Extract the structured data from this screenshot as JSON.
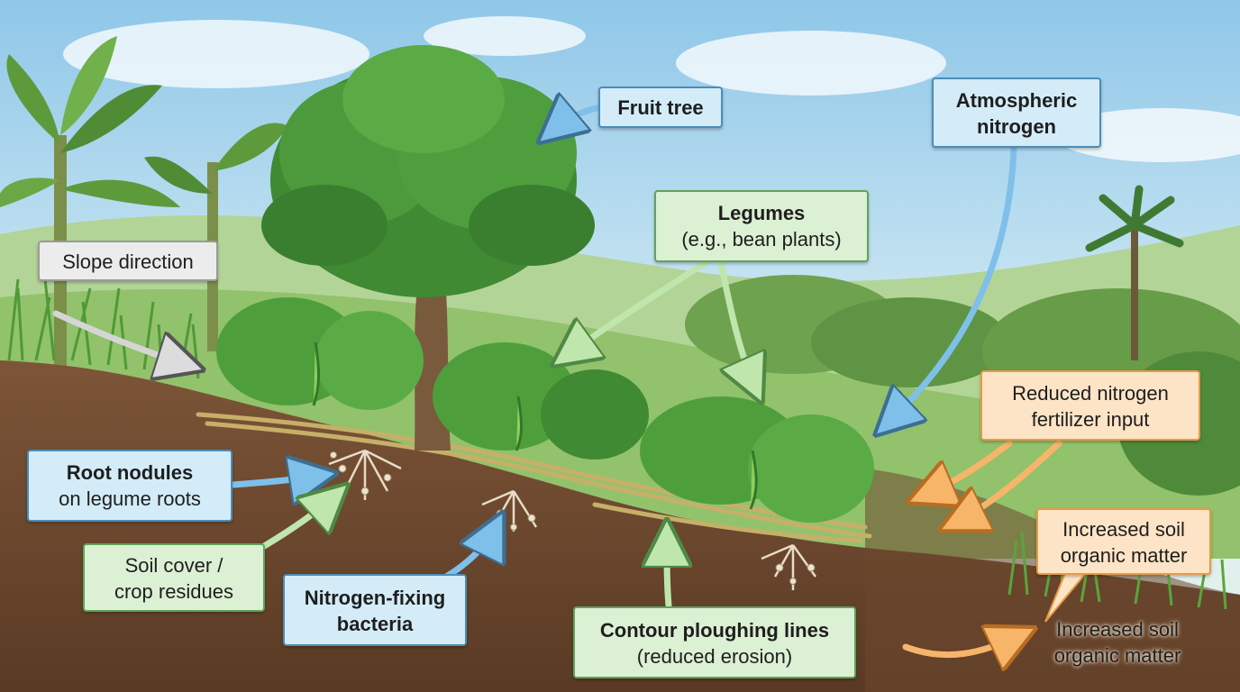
{
  "labels": {
    "fruit_tree": "Fruit tree",
    "atmospheric_nitrogen": [
      "Atmospheric",
      "nitrogen"
    ],
    "legumes_title": "Legumes",
    "legumes_sub": "(e.g., bean plants)",
    "slope_direction": "Slope direction",
    "reduced_fertilizer": [
      "Reduced nitrogen",
      "fertilizer input"
    ],
    "root_nodules_title": "Root nodules",
    "root_nodules_sub": "on legume roots",
    "soil_cover": [
      "Soil cover /",
      "crop residues"
    ],
    "nitrogen_fixing": [
      "Nitrogen-fixing",
      "bacteria"
    ],
    "contour_title": "Contour ploughing lines",
    "contour_sub": "(reduced erosion)",
    "organic_matter_box": [
      "Increased soil",
      "organic matter"
    ],
    "organic_matter_text": [
      "Increased soil",
      "organic matter"
    ]
  },
  "icons": {
    "fruit-tree": "tree-illustration",
    "banana-plant": "plant-illustration",
    "legume-plant": "bean-plant-illustration",
    "root-system": "root-nodules-illustration"
  },
  "colors": {
    "sky": "#bfe0f0",
    "hill_far": "#a9cf8a",
    "hill_near": "#8fbf6a",
    "soil_surface": "#7a5236",
    "soil_deep": "#5e3c26",
    "label_blue_bg": "#d3ecf8",
    "label_blue_border": "#4b8db8",
    "label_green_bg": "#dcf0d4",
    "label_green_border": "#5fa35a",
    "label_gray_bg": "#ececec",
    "label_orange_bg": "#fde4c6",
    "label_orange_border": "#e89a45",
    "arrow_blue": "#7fc0ea",
    "arrow_green": "#b8e2a8",
    "arrow_gray": "#d5d5d5",
    "arrow_orange": "#f7b56a"
  }
}
